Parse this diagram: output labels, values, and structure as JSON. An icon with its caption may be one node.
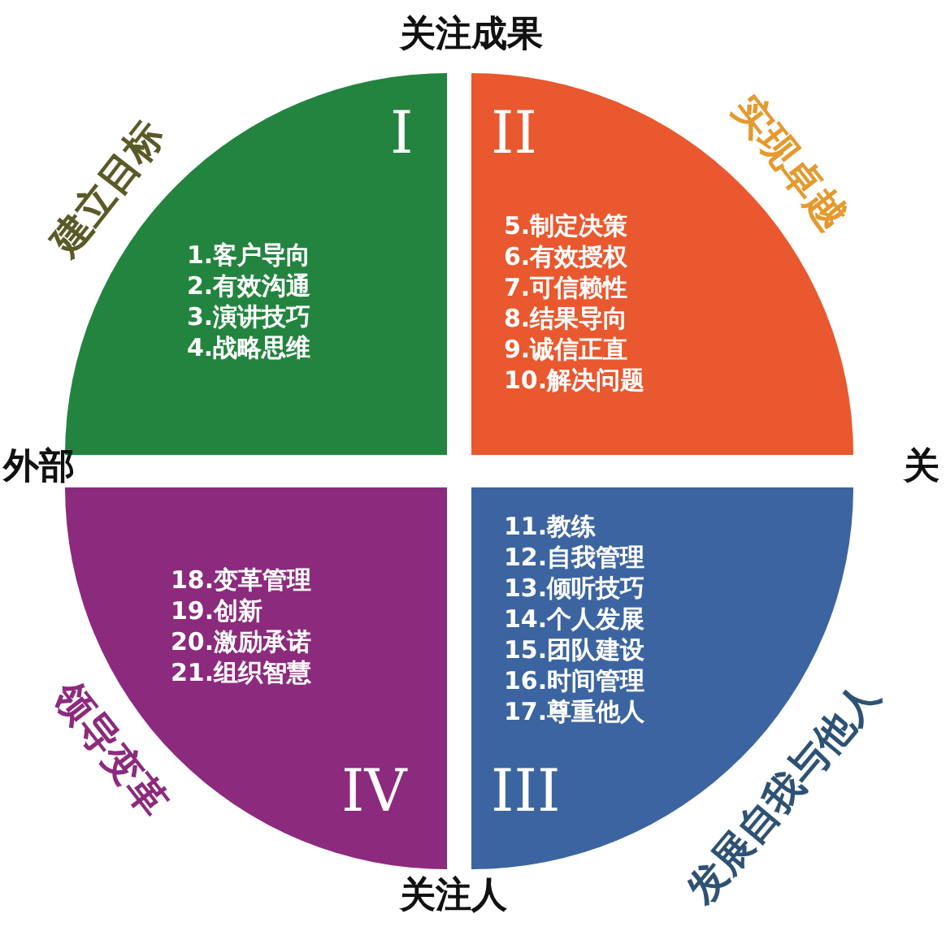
{
  "diagram": {
    "nodes": [
      {
        "text": [
          "I",
          "1.客户导向",
          "2.有效沟通",
          "3.演讲技巧",
          "4.战略思维"
        ],
        "beside": [
          "建立目标"
        ]
      },
      {
        "text": [
          "II",
          "5.制定决策",
          "6.有效授权",
          "7.可信赖性",
          "8.结果导向",
          "9.诚信正直",
          "10.解决问题"
        ],
        "beside": [
          "实现卓越"
        ]
      },
      {
        "text": [
          "11.教练",
          "12.自我管理",
          "13.倾听技巧",
          "14.个人发展",
          "15.团队建设",
          "16.时间管理",
          "17.尊重他人",
          "III"
        ],
        "beside": [
          "发展自我与他人"
        ]
      },
      {
        "text": [
          "18.变革管理",
          "19.创新",
          "20.激励承诺",
          "21.组织智慧",
          "IV"
        ],
        "beside": [
          "领导变革"
        ]
      }
    ],
    "labels": [
      "关注成果",
      "外部",
      "关",
      "关注人"
    ]
  }
}
